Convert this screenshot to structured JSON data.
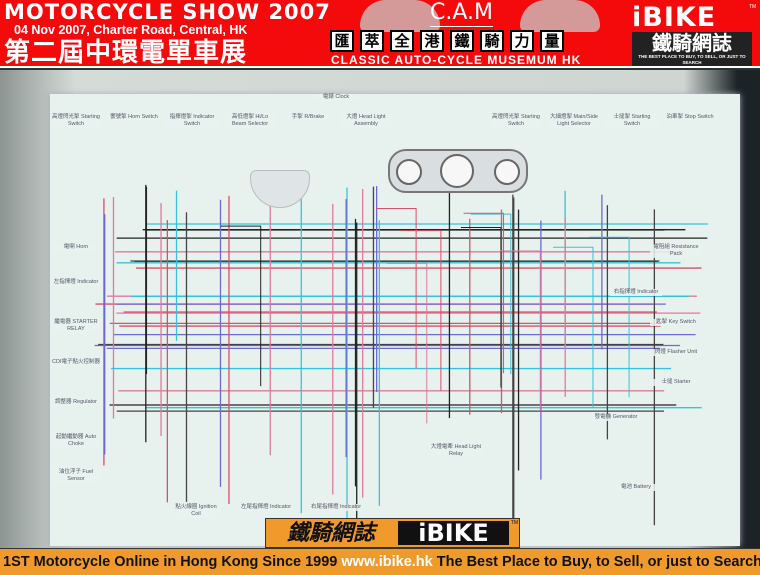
{
  "header": {
    "title": "MOTORCYCLE SHOW 2007",
    "subtitle": "04 Nov 2007, Charter Road, Central, HK",
    "title_cn": "第二屆中環電單車展",
    "cam": "C.A.M",
    "cam_cn": [
      "匯",
      "萃",
      "全",
      "港",
      "鐵",
      "騎",
      "力",
      "量"
    ],
    "cam_en": "CLASSIC AUTO-CYCLE MUSEMUM HK",
    "ibike": "iBIKE",
    "tm": "TM",
    "ibike_cn": "鐵騎網誌",
    "ibike_tagline": "THE BEST PLACE TO BUY, TO SELL, OR JUST TO SEARCH"
  },
  "diagram": {
    "labels": [
      "高燈閃光掣 Starting Switch",
      "響號掣 Horn Switch",
      "指揮燈掣 Indicator Switch",
      "高低燈掣 Hi/Lo Beam Selector",
      "手掣 R/Brake",
      "大燈 Head Light Assembly",
      "電錶 Clock",
      "高燈閃光掣 Starting Switch",
      "大細燈掣 Main/Side Light Selector",
      "士撻掣 Starting Switch",
      "泊車掣 Stop Switch",
      "電喇 Horn",
      "左指揮燈 Indicator",
      "繼電器 STARTER RELAY",
      "CDI電子點火控制器",
      "調整器 Regulator",
      "起動繼動器 Auto Choke",
      "油位浮子 Fuel Sensor",
      "點火線圈 Ignition Coil",
      "左尾指揮燈 Indicator",
      "右尾指揮燈 Indicator",
      "大燈電牽 Head Light Relay",
      "電阻組 Resistance Pack",
      "右指揮燈 Indicator",
      "匙掣 Key Switch",
      "閃燈 Flasher Unit",
      "士撻 Starter",
      "發電機 Generator",
      "電池 Battery"
    ]
  },
  "footer": {
    "logo_cn": "鐵騎網誌",
    "logo_en": "iBIKE",
    "tm": "TM",
    "text1": "1ST Motorcycle Online in Hong Kong Since 1999 ",
    "url": "www.ibike.hk",
    "text2": " The Best Place to Buy, to Sell, or just to Search"
  }
}
